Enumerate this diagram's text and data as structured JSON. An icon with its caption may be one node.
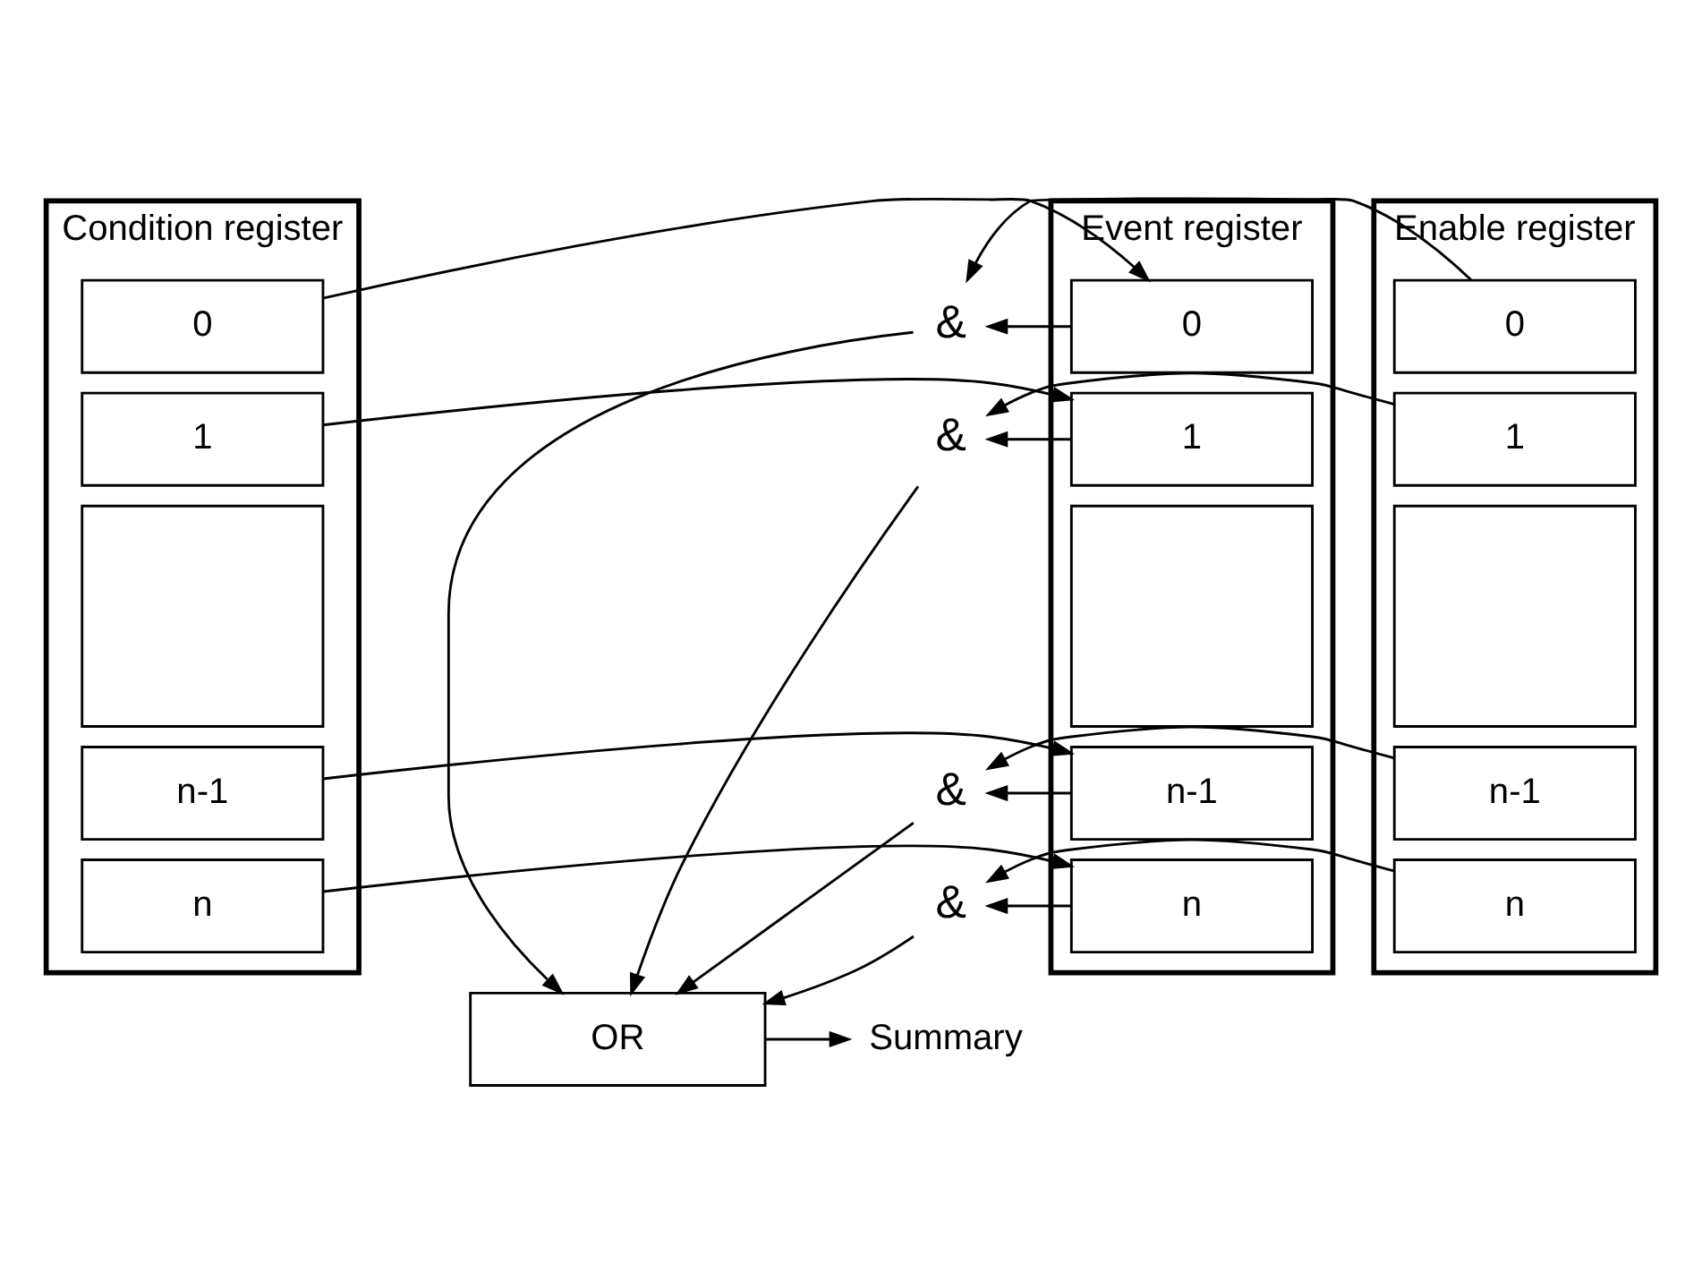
{
  "diagram": {
    "nodes": [
      {
        "text": [
          "Condition register"
        ]
      },
      {
        "text": [
          "0"
        ],
        "in": 0
      },
      {
        "text": [
          "1"
        ],
        "in": 0
      },
      {
        "text": [],
        "shape": "box",
        "in": 0
      },
      {
        "text": [
          "n-1"
        ],
        "in": 0
      },
      {
        "text": [
          "n"
        ],
        "in": 0
      },
      {
        "text": [
          "Event register"
        ]
      },
      {
        "text": [
          "0"
        ],
        "in": 6
      },
      {
        "text": [
          "1"
        ],
        "in": 6
      },
      {
        "text": [],
        "shape": "box",
        "in": 6
      },
      {
        "text": [
          "n-1"
        ],
        "in": 6
      },
      {
        "text": [
          "n"
        ],
        "in": 6
      },
      {
        "text": [
          "Enable register"
        ]
      },
      {
        "text": [
          "0"
        ],
        "in": 12
      },
      {
        "text": [
          "1"
        ],
        "in": 12
      },
      {
        "text": [],
        "shape": "box",
        "in": 12
      },
      {
        "text": [
          "n-1"
        ],
        "in": 12
      },
      {
        "text": [
          "n"
        ],
        "in": 12
      },
      {
        "text": [
          "&"
        ]
      },
      {
        "text": [
          "&"
        ]
      },
      {
        "text": [
          "&"
        ]
      },
      {
        "text": [
          "&"
        ]
      },
      {
        "text": [
          "OR"
        ]
      },
      {
        "text": [
          "Summary"
        ]
      }
    ],
    "edges": [
      {
        "from": 1,
        "to": 7,
        "arrow": "to"
      },
      {
        "from": 2,
        "to": 8,
        "arrow": "to"
      },
      {
        "from": 4,
        "to": 10,
        "arrow": "to"
      },
      {
        "from": 5,
        "to": 11,
        "arrow": "to"
      },
      {
        "from": 7,
        "to": 18,
        "arrow": "to"
      },
      {
        "from": 13,
        "to": 18,
        "arrow": "to"
      },
      {
        "from": 8,
        "to": 19,
        "arrow": "to"
      },
      {
        "from": 14,
        "to": 19,
        "arrow": "to"
      },
      {
        "from": 10,
        "to": 20,
        "arrow": "to"
      },
      {
        "from": 16,
        "to": 20,
        "arrow": "to"
      },
      {
        "from": 11,
        "to": 21,
        "arrow": "to"
      },
      {
        "from": 17,
        "to": 21,
        "arrow": "to"
      },
      {
        "from": 18,
        "to": 22,
        "arrow": "to"
      },
      {
        "from": 19,
        "to": 22,
        "arrow": "to"
      },
      {
        "from": 20,
        "to": 22,
        "arrow": "to"
      },
      {
        "from": 21,
        "to": 22,
        "arrow": "to"
      },
      {
        "from": 22,
        "to": 23,
        "arrow": "to"
      }
    ]
  }
}
